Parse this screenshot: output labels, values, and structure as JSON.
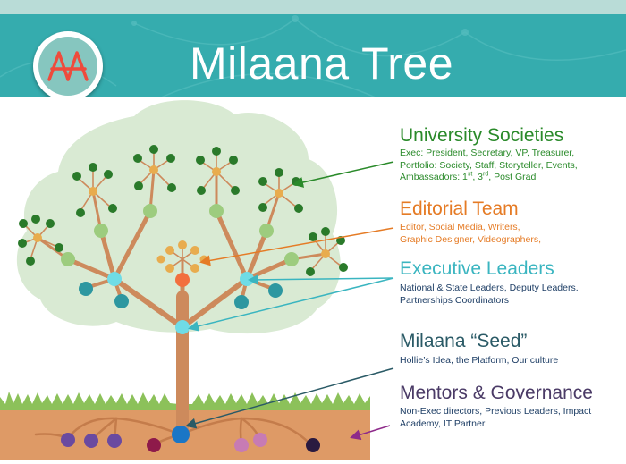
{
  "header": {
    "title": "Milaana Tree",
    "logo_icon": "milaana-aa-logo"
  },
  "colors": {
    "header_bg": "#35acae",
    "canopy": "#d9ead3",
    "trunk": "#cd8a5c",
    "soil": "#de9a66",
    "grass": "#8cc15a",
    "leaf_dark": "#2a7a2a",
    "leaf_mid": "#9dcc7e",
    "gold": "#e8ac4e",
    "orange_node": "#f26f3e",
    "cyan_node": "#6fdce6",
    "teal_node": "#2d97a0",
    "seed_node": "#1a76c6"
  },
  "sections": [
    {
      "key": "university",
      "title": "University Societies",
      "color": "#2a8a2a",
      "lines": [
        "Exec: President, Secretary, VP, Treasurer,",
        "Portfolio: Society, Staff, Storyteller, Events,"
      ],
      "ambassadors": {
        "prefix": "Ambassadors: 1",
        "sup1": "st",
        "mid": ", 3",
        "sup2": "rd",
        "suffix": ", Post Grad"
      }
    },
    {
      "key": "editorial",
      "title": "Editorial Team",
      "color": "#e57b25",
      "lines": [
        "Editor, Social Media, Writers,",
        "Graphic Designer, Videographers,"
      ]
    },
    {
      "key": "executive",
      "title": "Executive Leaders",
      "color": "#3ab5c0",
      "desc_color": "#1f3f66",
      "lines": [
        "National & State Leaders, Deputy Leaders.",
        "Partnerships Coordinators"
      ]
    },
    {
      "key": "seed",
      "title": "Milaana “Seed”",
      "color": "#2a5a66",
      "desc_color": "#1f3f66",
      "lines": [
        "Hollie’s Idea, the Platform, Our culture"
      ]
    },
    {
      "key": "mentors",
      "title": "Mentors & Governance",
      "color": "#4a3a66",
      "desc_color": "#1f3f66",
      "lines": [
        "Non-Exec directors, Previous Leaders, Impact",
        "Academy, IT Partner"
      ]
    }
  ]
}
